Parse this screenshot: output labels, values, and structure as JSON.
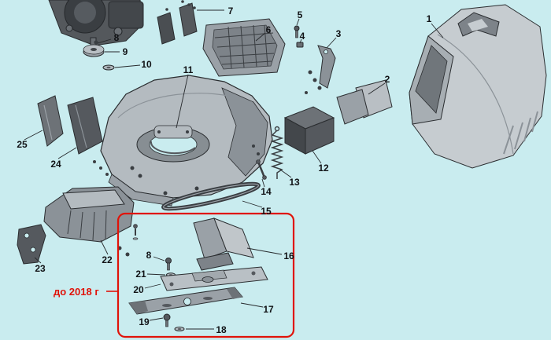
{
  "canvas": {
    "background": "#c9ecef"
  },
  "note": {
    "label": "до 2018 г",
    "color": "#e01309"
  },
  "callouts": {
    "c1": "1",
    "c2": "2",
    "c3": "3",
    "c4": "4",
    "c5": "5",
    "c6": "6",
    "c7": "7",
    "c8": "8",
    "c8b": "8",
    "c9": "9",
    "c10": "10",
    "c11": "11",
    "c12": "12",
    "c13": "13",
    "c14": "14",
    "c15": "15",
    "c16": "16",
    "c17": "17",
    "c18": "18",
    "c19": "19",
    "c20": "20",
    "c21": "21",
    "c22": "22",
    "c23": "23",
    "c24": "24",
    "c25": "25"
  }
}
